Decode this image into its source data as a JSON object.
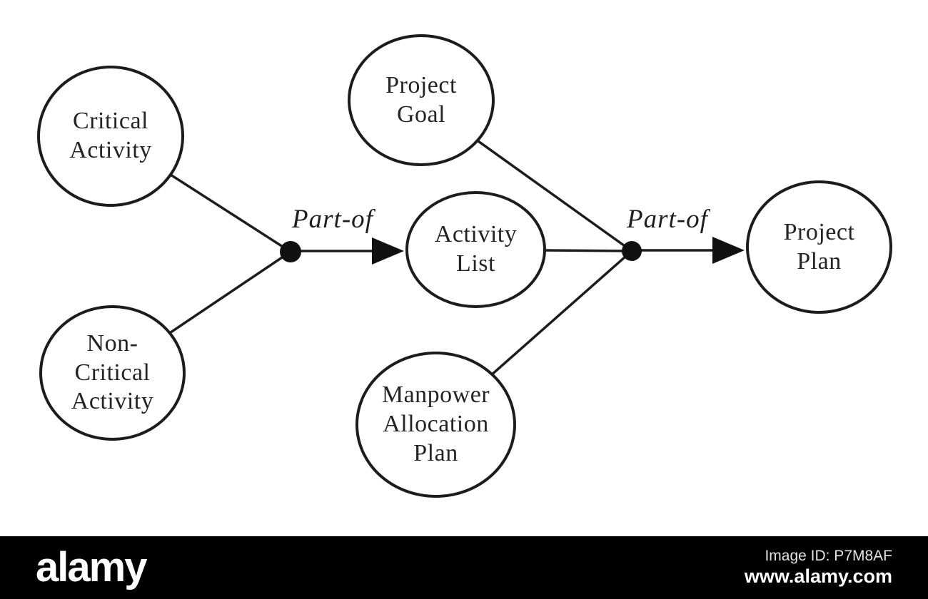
{
  "image": {
    "background": "#ffffff",
    "ink_color": "#1c1c1c"
  },
  "diagram": {
    "nodes": {
      "critical_activity": {
        "label": "Critical\nActivity"
      },
      "non_critical_activity": {
        "label": "Non-\nCritical\nActivity"
      },
      "project_goal": {
        "label": "Project\nGoal"
      },
      "activity_list": {
        "label": "Activity\nList"
      },
      "manpower_allocation_plan": {
        "label": "Manpower\nAllocation\nPlan"
      },
      "project_plan": {
        "label": "Project\nPlan"
      }
    },
    "relation_labels": {
      "first": "Part-of",
      "second": "Part-of"
    },
    "edges": [
      {
        "from": "Critical Activity",
        "to": "Activity List",
        "relation": "Part-of"
      },
      {
        "from": "Non-Critical Activity",
        "to": "Activity List",
        "relation": "Part-of"
      },
      {
        "from": "Project Goal",
        "to": "Project Plan",
        "relation": "Part-of"
      },
      {
        "from": "Activity List",
        "to": "Project Plan",
        "relation": "Part-of"
      },
      {
        "from": "Manpower Allocation Plan",
        "to": "Project Plan",
        "relation": "Part-of"
      }
    ]
  },
  "watermark": {
    "logo": "alamy",
    "image_id_line": "Image ID: P7M8AF",
    "url_line": "www.alamy.com",
    "bar_color": "#000000",
    "text_color": "#ffffff"
  }
}
